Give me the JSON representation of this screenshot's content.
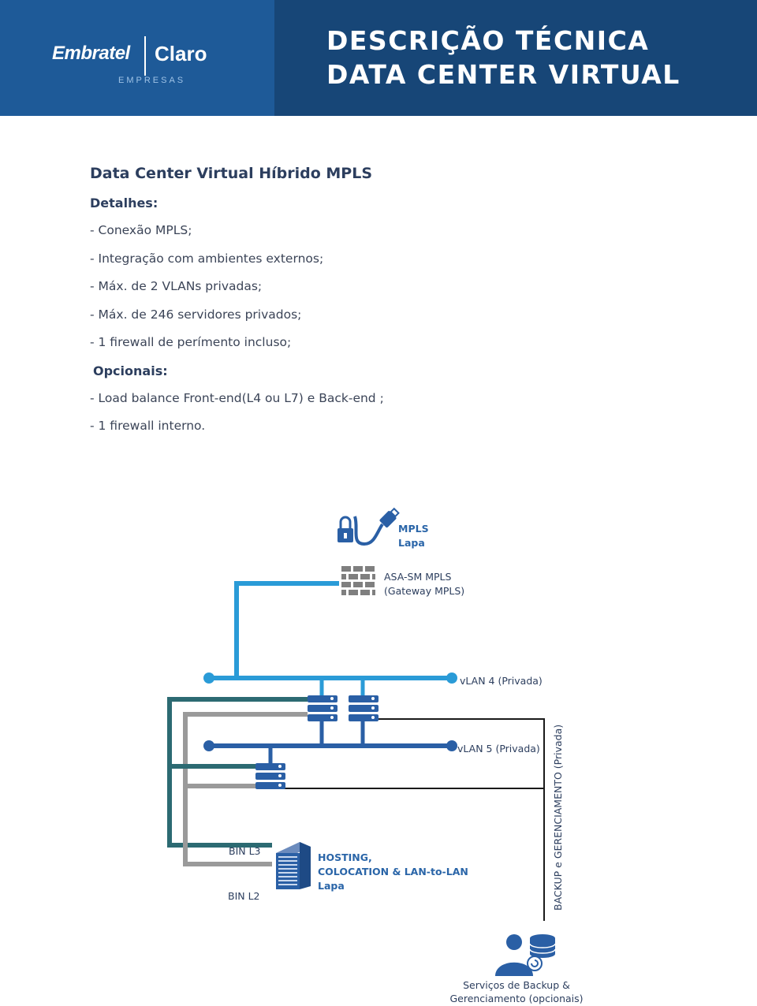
{
  "header": {
    "logo": {
      "brand1": "Embratel",
      "brand2": "Claro",
      "subtitle": "EMPRESAS"
    },
    "title_line1": "DESCRIÇÃO TÉCNICA",
    "title_line2": "DATA CENTER VIRTUAL"
  },
  "content": {
    "heading": "Data Center Virtual Híbrido MPLS",
    "details_label": "Detalhes:",
    "details": [
      "- Conexão MPLS;",
      "- Integração com ambientes externos;",
      "- Máx. de 2 VLANs privadas;",
      "- Máx. de 246 servidores privados;",
      "- 1 firewall de perímento incluso;"
    ],
    "optional_label": "Opcionais:",
    "optional": [
      "- Load balance Front-end(L4 ou L7) e Back-end ;",
      "- 1 firewall interno."
    ]
  },
  "diagram": {
    "mpls": [
      "MPLS",
      "Lapa"
    ],
    "firewall": [
      "ASA-SM MPLS",
      "(Gateway MPLS)"
    ],
    "vlan4": "vLAN 4 (Privada)",
    "vlan5": "vLAN 5 (Privada)",
    "bin_l3": "BIN L3",
    "bin_l2": "BIN L2",
    "hosting": [
      "HOSTING,",
      "COLOCATION & LAN-to-LAN",
      "Lapa"
    ],
    "backup_vertical": "BACKUP e GERENCIAMENTO (Privada)",
    "services": [
      "Serviços de Backup &",
      "Gerenciamento (opcionais)"
    ],
    "colors": {
      "light_blue": "#2a9bd7",
      "dark_blue": "#2a5fa5",
      "teal": "#2c6a72",
      "gray": "#9a9a9a",
      "black": "#1a1a1a"
    }
  }
}
